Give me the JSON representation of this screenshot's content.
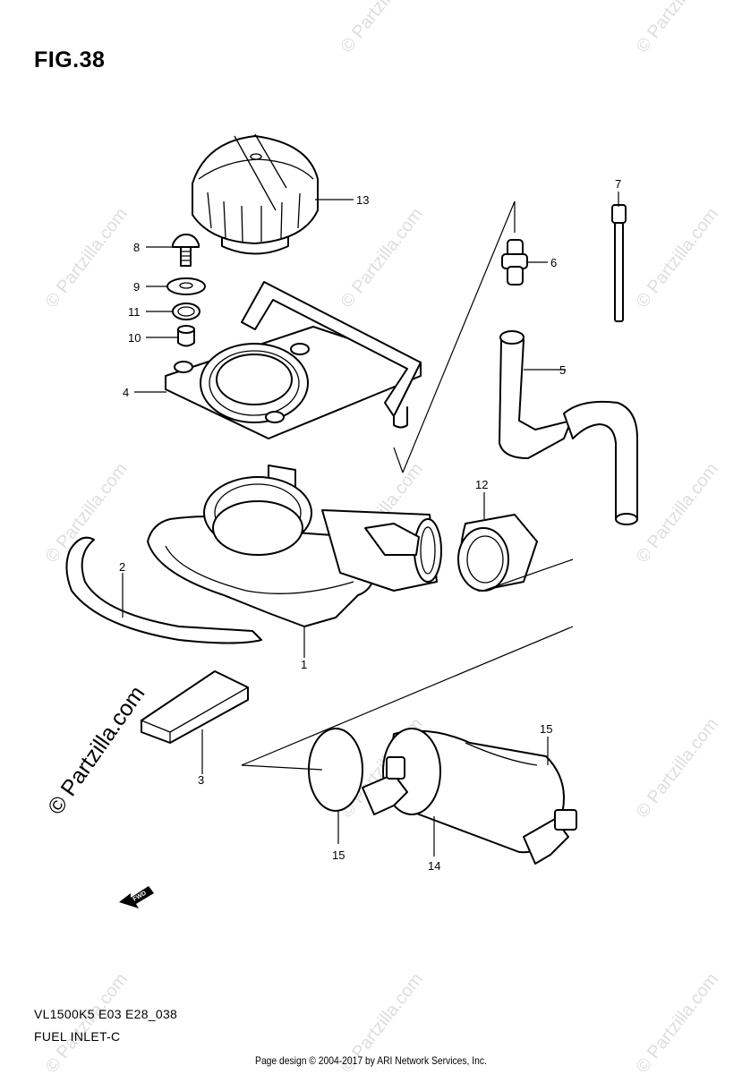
{
  "figure": {
    "title": "FIG.38",
    "code": "VL1500K5 E03 E28_038",
    "name": "FUEL INLET-C"
  },
  "callouts": [
    "1",
    "2",
    "3",
    "4",
    "5",
    "6",
    "7",
    "8",
    "9",
    "10",
    "11",
    "12",
    "13",
    "14",
    "15",
    "15"
  ],
  "fwd_arrow": {
    "label": "FWD",
    "icon": "fwd-arrow-icon"
  },
  "watermark": {
    "main": "© Partzilla.com",
    "repeated": "© Partzilla.com"
  },
  "footer": "Page design © 2004-2017 by ARI Network Services, Inc."
}
